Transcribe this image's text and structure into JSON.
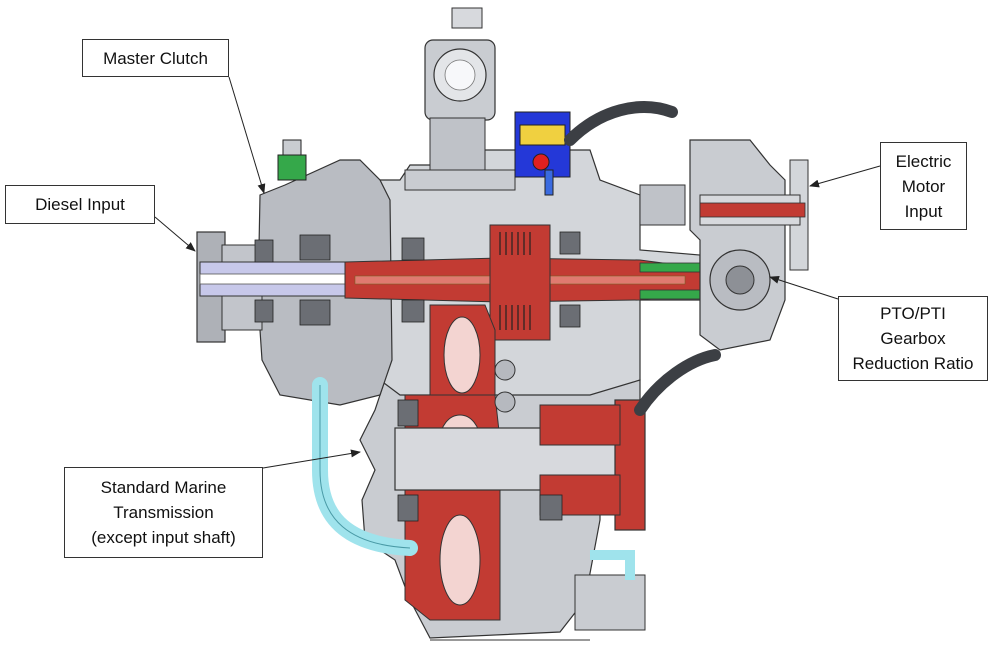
{
  "figure": {
    "title": "Hybrid marine gearbox cutaway",
    "colors": {
      "housing": "#c9ccd1",
      "housing_dark": "#8d9096",
      "shaft_red": "#c23b33",
      "shaft_light": "#c7c8ea",
      "green": "#35a84a",
      "blue": "#2438d8",
      "yellow": "#f0d040",
      "cyan": "#9fe3ec",
      "hose": "#3c3f44",
      "outline": "#333333"
    }
  },
  "labels": {
    "master_clutch": "Master Clutch",
    "diesel_input": "Diesel Input",
    "electric_motor_input": [
      "Electric",
      "Motor",
      "Input"
    ],
    "pto_pti": [
      "PTO/PTI",
      "Gearbox",
      "Reduction Ratio"
    ],
    "standard_marine": [
      "Standard Marine",
      "Transmission",
      "(except input shaft)"
    ]
  }
}
